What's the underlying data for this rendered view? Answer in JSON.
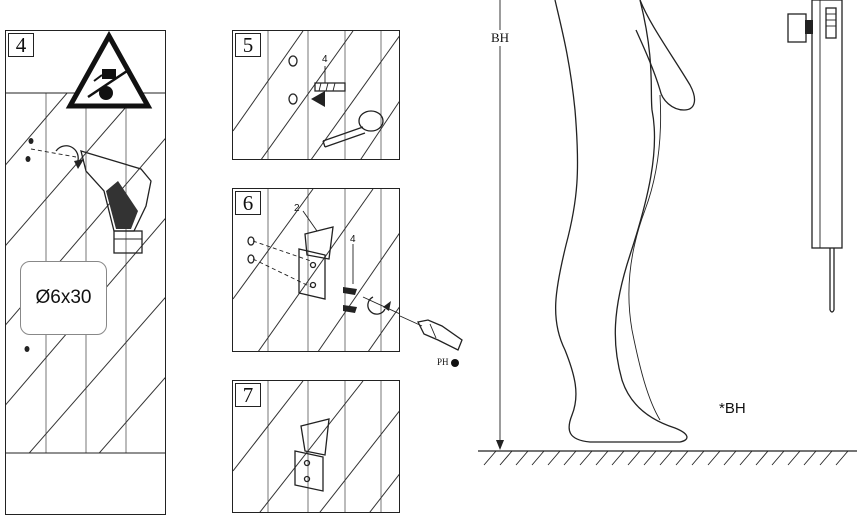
{
  "steps": [
    {
      "number": "4",
      "drill_size": "Ø6x30"
    },
    {
      "number": "5",
      "part_callout": "4"
    },
    {
      "number": "6",
      "part_callouts": [
        "2",
        "4"
      ],
      "screwdriver_label": "PH"
    },
    {
      "number": "7"
    }
  ],
  "height_diagram": {
    "axis_label": "BH",
    "note": "*BH"
  }
}
